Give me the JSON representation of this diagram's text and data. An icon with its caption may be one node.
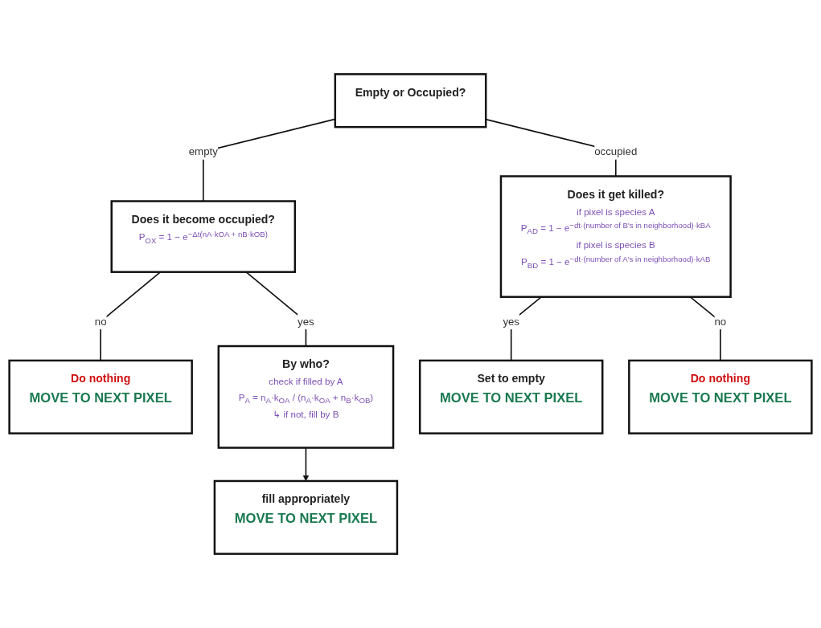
{
  "diagram": {
    "nodes": [
      {
        "text": [
          "Empty or Occupied?"
        ]
      },
      {
        "text": [
          "Does it become occupied?",
          "P$_{OX}$ = 1 − e$^{−Δt(nA·kOA + nB·kOB)}$"
        ]
      },
      {
        "text": [
          "Does it get killed?",
          "if pixel is species A",
          "P$_{AD}$ = 1 − e$^{−dt·(number of B's in neighborhood)·kBA}$",
          "if pixel is species B",
          "P$_{BD}$ = 1 − e$^{−dt·(number of A's in neighborhood)·kAB}$"
        ]
      },
      {
        "text": [
          "Do nothing",
          "MOVE TO NEXT PIXEL"
        ]
      },
      {
        "text": [
          "By who?",
          "check if filled by A",
          "P$_{A}$ = n$_{A}$·k$_{OA}$ / (n$_{A}$·k$_{OA}$ + n$_{B}$·k$_{OB}$)",
          "↳ if not, fill by B"
        ]
      },
      {
        "text": [
          "fill appropriately",
          "MOVE TO NEXT PIXEL"
        ]
      },
      {
        "text": [
          "Set to empty",
          "MOVE TO NEXT PIXEL"
        ]
      },
      {
        "text": [
          "Do nothing",
          "MOVE TO NEXT PIXEL"
        ]
      }
    ],
    "edges": [
      {
        "from": 0,
        "to": 1,
        "label": "empty",
        "arrow": "none"
      },
      {
        "from": 0,
        "to": 2,
        "label": "occupied",
        "arrow": "none"
      },
      {
        "from": 1,
        "to": 3,
        "label": "no",
        "arrow": "none"
      },
      {
        "from": 1,
        "to": 4,
        "label": "yes",
        "arrow": "none"
      },
      {
        "from": 4,
        "to": 5,
        "arrow": "to"
      },
      {
        "from": 2,
        "to": 6,
        "label": "yes",
        "arrow": "none"
      },
      {
        "from": 2,
        "to": 7,
        "label": "no",
        "arrow": "none"
      }
    ]
  }
}
